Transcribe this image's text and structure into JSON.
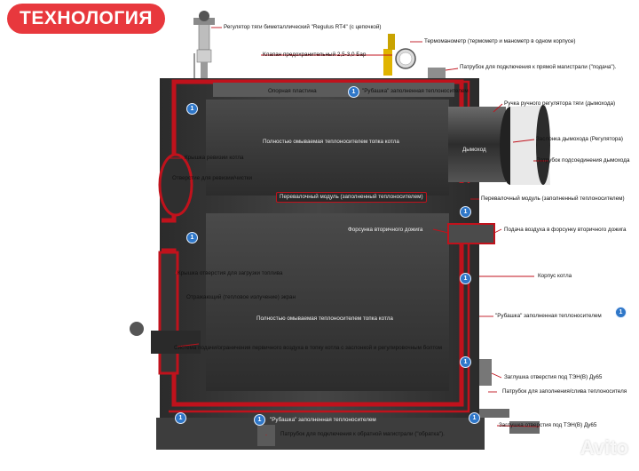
{
  "title": "ТЕХНОЛОГИЯ",
  "labels": {
    "regulator": "Регулятор тяги биметаллический \"Regulus RT4\" (с цепочкой)",
    "thermomanometer": "Термоманометр (термометр и манометр в одном корпусе)",
    "safety_valve": "Клапан предохранительный 2,5-3,0 Бар",
    "supply_pipe": "Патрубок для подключения  к прямой магистрали (\"подача\").",
    "support_plate": "Опорная пластина",
    "jacket_top": "\"Рубашка\" заполненная теплоносителем",
    "manual_regulator": "Ручка ручного регулятора тяги (дымохода)",
    "upper_chamber": "Полностью омываемая теплоносителем топка котла",
    "chimney": "Дымоход",
    "damper": "Заслонка дымохода (Регулятора)",
    "revision_cover": "Крышка ревизии котла",
    "flue_pipe": "Патрубок подсоединения дымохода",
    "revision_hole": "Отверстие для ревизии/чистки",
    "transfer_inner": "Перевалочный модуль (заполненный теплоносителем)",
    "transfer_side": "Перевалочный модуль (заполненный теплоносителем)",
    "nozzle": "Форсунка вторичного дожига",
    "secondary_air": "Подача воздуха в форсунку вторичного дожига",
    "body": "Корпус котла",
    "load_cover": "Крышка отверстия для загрузки топлива",
    "reflector": "Отражающий (тепловое излучение) экран",
    "lower_chamber": "Полностью омываемая теплоносителем топка котла",
    "jacket_side": "\"Рубашка\" заполненная теплоносителем",
    "primary_air": "Система подачи/ограничения первичного воздуха в топку котла с заслонкой и регулировочным болтом",
    "heater_plug_1": "Заглушка отверстия под ТЭН(В) Дy65",
    "fill_pipe": "Патрубок для заполнения/слива теплоносителя",
    "jacket_bottom": "\"Рубашка\" заполненная теплоносителем",
    "heater_plug_2": "Заглушка отверстия под ТЭН(В) Дy65",
    "return_pipe": "Патрубок для подключения  к обратной магистрали (\"обратка\")."
  },
  "marker_text": "1",
  "watermark": "Avito",
  "colors": {
    "accent": "#e8383d",
    "jacket": "#c0121c",
    "body": "#3a3a3a",
    "marker": "#2f77c8"
  }
}
